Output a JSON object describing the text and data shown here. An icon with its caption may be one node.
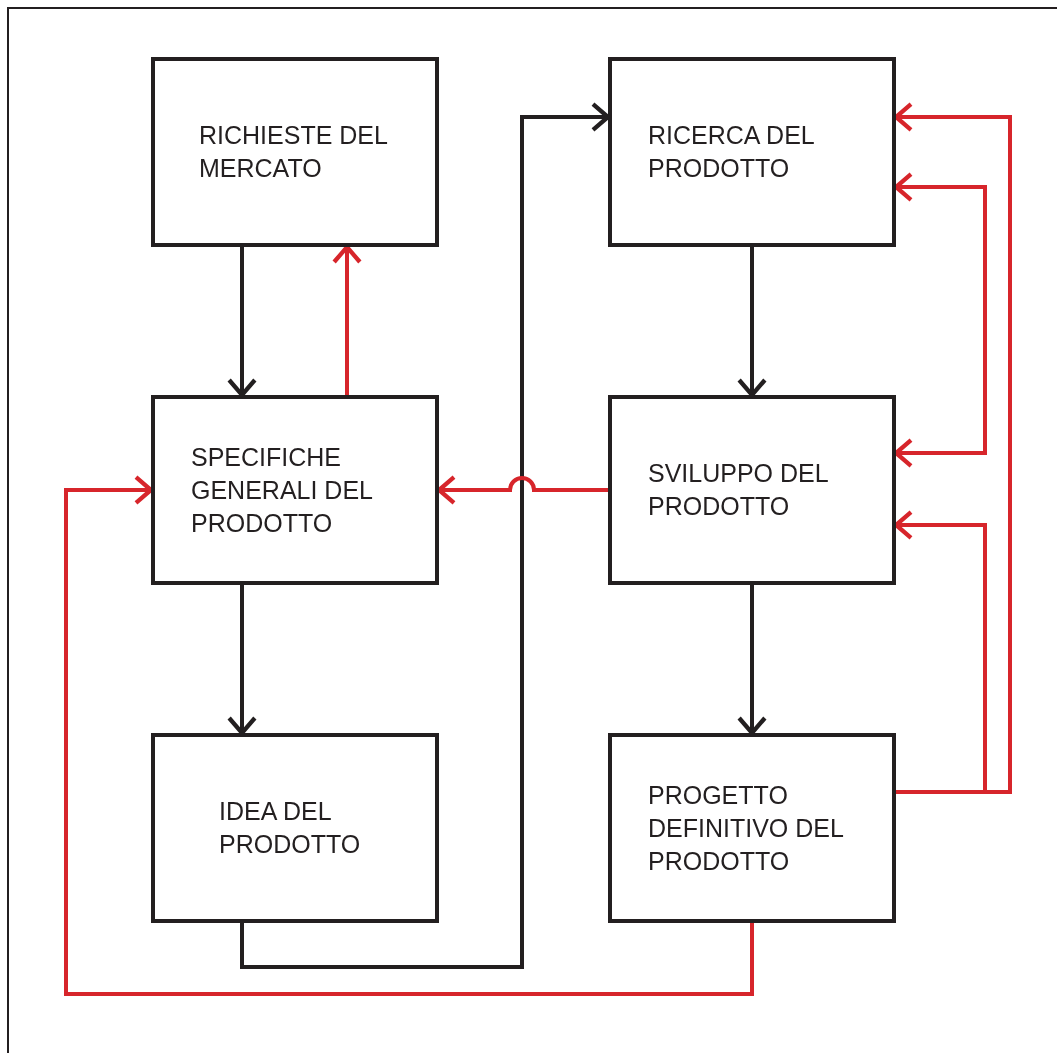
{
  "diagram": {
    "nodes": [
      {
        "text": [
          "RICHIESTE DEL MERCATO"
        ]
      },
      {
        "text": [
          "SPECIFICHE GENERALI DEL PRODOTTO"
        ]
      },
      {
        "text": [
          "IDEA DEL PRODOTTO"
        ]
      },
      {
        "text": [
          "RICERCA DEL PRODOTTO"
        ]
      },
      {
        "text": [
          "SVILUPPO DEL PRODOTTO"
        ]
      },
      {
        "text": [
          "PROGETTO DEFINITIVO DEL PRODOTTO"
        ]
      }
    ],
    "edges": [
      {
        "from": 0,
        "to": 1,
        "arrow": "to",
        "color": "#231f20"
      },
      {
        "from": 1,
        "to": 0,
        "arrow": "to"
      },
      {
        "from": 1,
        "to": 2,
        "arrow": "to",
        "color": "#231f20"
      },
      {
        "from": 2,
        "to": 3,
        "arrow": "to",
        "color": "#231f20"
      },
      {
        "from": 3,
        "to": 4,
        "arrow": "to",
        "color": "#231f20"
      },
      {
        "from": 4,
        "to": 1,
        "arrow": "to"
      },
      {
        "from": 4,
        "to": 5,
        "arrow": "to",
        "color": "#231f20"
      },
      {
        "from": 5,
        "to": 1,
        "arrow": "to"
      },
      {
        "from": 5,
        "to": 3,
        "arrow": "to"
      },
      {
        "from": 3,
        "to": 4,
        "arrow": "both"
      },
      {
        "from": 5,
        "to": 4,
        "arrow": "to"
      }
    ]
  }
}
